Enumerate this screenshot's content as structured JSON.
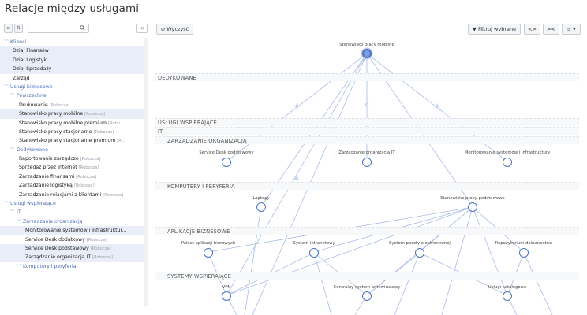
{
  "page": {
    "title": "Relacje między usługami"
  },
  "sidebar": {
    "toolbar": {
      "expand_label": "≡",
      "sort_label": "⇅",
      "search_placeholder": "",
      "search_icon": "search-icon",
      "collapse_label": "«"
    },
    "tree": [
      {
        "id": "klienci",
        "label": "Klienci",
        "depth": 0,
        "group": true,
        "hl": false
      },
      {
        "id": "dzial-finansow",
        "label": "Dział Finansów",
        "depth": 1,
        "group": false,
        "hl": true
      },
      {
        "id": "dzial-logistyki",
        "label": "Dział Logistyki",
        "depth": 1,
        "group": false,
        "hl": true
      },
      {
        "id": "dzial-sprzedazy",
        "label": "Dział Sprzedaży",
        "depth": 1,
        "group": false,
        "hl": true
      },
      {
        "id": "zarzad",
        "label": "Zarząd",
        "depth": 1,
        "group": false,
        "hl": false
      },
      {
        "id": "uslugi-biznesowe",
        "label": "Usługi biznesowe",
        "depth": 0,
        "group": true,
        "hl": false
      },
      {
        "id": "powszechne",
        "label": "Powszechne",
        "depth": 1,
        "group": true,
        "hl": false
      },
      {
        "id": "drukowanie",
        "label": "Drukowanie",
        "tag": "[Robocza]",
        "depth": 2,
        "group": false,
        "hl": false
      },
      {
        "id": "stanowisko-mobilne",
        "label": "Stanowisko pracy mobilne",
        "tag": "[Robocza]",
        "depth": 2,
        "group": false,
        "hl": true
      },
      {
        "id": "stanowisko-mobilne-premium",
        "label": "Stanowisko pracy mobilne premium",
        "tag": "[Robo...",
        "depth": 2,
        "group": false,
        "hl": false
      },
      {
        "id": "stanowisko-stacjonarne",
        "label": "Stanowisko pracy stacjonarne",
        "tag": "[Robocza]",
        "depth": 2,
        "group": false,
        "hl": false
      },
      {
        "id": "stanowisko-stacjonarne-premium",
        "label": "Stanowisko pracy stacjonarne premium",
        "tag": "[R...",
        "depth": 2,
        "group": false,
        "hl": false
      },
      {
        "id": "dedykowane",
        "label": "Dedykowane",
        "depth": 1,
        "group": true,
        "hl": false
      },
      {
        "id": "raportowanie",
        "label": "Raportowanie zarządcze",
        "tag": "[Robocza]",
        "depth": 2,
        "group": false,
        "hl": false
      },
      {
        "id": "sprzedaz",
        "label": "Sprzedaż przez Internet",
        "tag": "[Robocza]",
        "depth": 2,
        "group": false,
        "hl": false
      },
      {
        "id": "finanse",
        "label": "Zarządzanie finansami",
        "tag": "[Robocza]",
        "depth": 2,
        "group": false,
        "hl": false
      },
      {
        "id": "logistyka",
        "label": "Zarządzanie logistyką",
        "tag": "[Robocza]",
        "depth": 2,
        "group": false,
        "hl": false
      },
      {
        "id": "relacje",
        "label": "Zarządzanie relacjami z klientami",
        "tag": "[Robocza]",
        "depth": 2,
        "group": false,
        "hl": false
      },
      {
        "id": "uslugi-wspierajace",
        "label": "Usługi wspierające",
        "depth": 0,
        "group": true,
        "hl": false
      },
      {
        "id": "it",
        "label": "IT",
        "depth": 1,
        "group": true,
        "hl": false
      },
      {
        "id": "zarzadzanie-organizacja",
        "label": "Zarządzanie organizacją",
        "depth": 2,
        "group": true,
        "hl": false
      },
      {
        "id": "monitorowanie",
        "label": "Monitorowanie systemów i infrastruktur...",
        "depth": 3,
        "group": false,
        "hl": true
      },
      {
        "id": "service-desk-dodatkowy",
        "label": "Service Desk dodatkowy",
        "tag": "[Robocza]",
        "depth": 3,
        "group": false,
        "hl": false
      },
      {
        "id": "service-desk-podstawowy",
        "label": "Service Desk podstawowy",
        "tag": "[Robocza]",
        "depth": 3,
        "group": false,
        "hl": true
      },
      {
        "id": "zarzadzanie-organizacja-it",
        "label": "Zarządzanie organizacją IT",
        "tag": "[Robocza]",
        "depth": 3,
        "group": false,
        "hl": true
      },
      {
        "id": "komputery",
        "label": "Komputery i peryferia",
        "depth": 2,
        "group": true,
        "hl": false
      }
    ]
  },
  "toolbar": {
    "clear_label": "⊘ Wyczyść",
    "filter_label": "▼ Filtruj wybrane",
    "expand_label": "<>",
    "collapse_label": "><",
    "menu_label": "≡ ▾"
  },
  "bands": [
    {
      "id": "dedykowane",
      "label": "DEDYKOWANE"
    },
    {
      "id": "uslugi-wspierajace",
      "label": "USŁUGI WSPIERAJĄCE"
    },
    {
      "id": "it",
      "label": "IT"
    },
    {
      "id": "zarzadzanie-organizacja",
      "label": "ZARZĄDZANIE ORGANIZACJĄ"
    },
    {
      "id": "komputery",
      "label": "KOMPUTERY I PERYFERIA"
    },
    {
      "id": "aplikacje",
      "label": "APLIKACJE BIZNESOWE"
    },
    {
      "id": "systemy",
      "label": "SYSTEMY WSPIERAJĄCE"
    }
  ],
  "nodes": [
    {
      "id": "root",
      "label": "Stanowisko pracy mobilne",
      "selected": true
    },
    {
      "id": "sdp",
      "label": "Service Desk podstawowy"
    },
    {
      "id": "zoi",
      "label": "Zarządzanie organizacją IT"
    },
    {
      "id": "mon",
      "label": "Monitorowanie systemów i infrastruktury"
    },
    {
      "id": "lap",
      "label": "Laptopy"
    },
    {
      "id": "sps",
      "label": "Stanowisko pracy podstawowe"
    },
    {
      "id": "pab",
      "label": "Pakiet aplikacji biurowych"
    },
    {
      "id": "sin",
      "label": "System intranetowy"
    },
    {
      "id": "spe",
      "label": "System poczty elektronicznej"
    },
    {
      "id": "rep",
      "label": "Repozytorium dokumentów"
    },
    {
      "id": "vpn",
      "label": "VPN"
    },
    {
      "id": "csa",
      "label": "Centralny system antywirusowy"
    },
    {
      "id": "ukat",
      "label": "Usługi katalogowe"
    }
  ]
}
